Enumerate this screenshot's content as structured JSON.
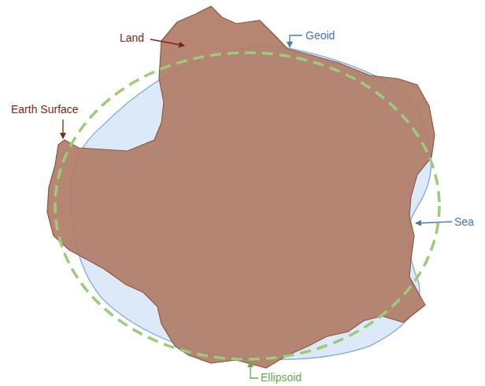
{
  "diagram": {
    "labels": [
      "Land",
      "Geoid",
      "Earth Surface",
      "Sea",
      "Ellipsoid"
    ]
  }
}
